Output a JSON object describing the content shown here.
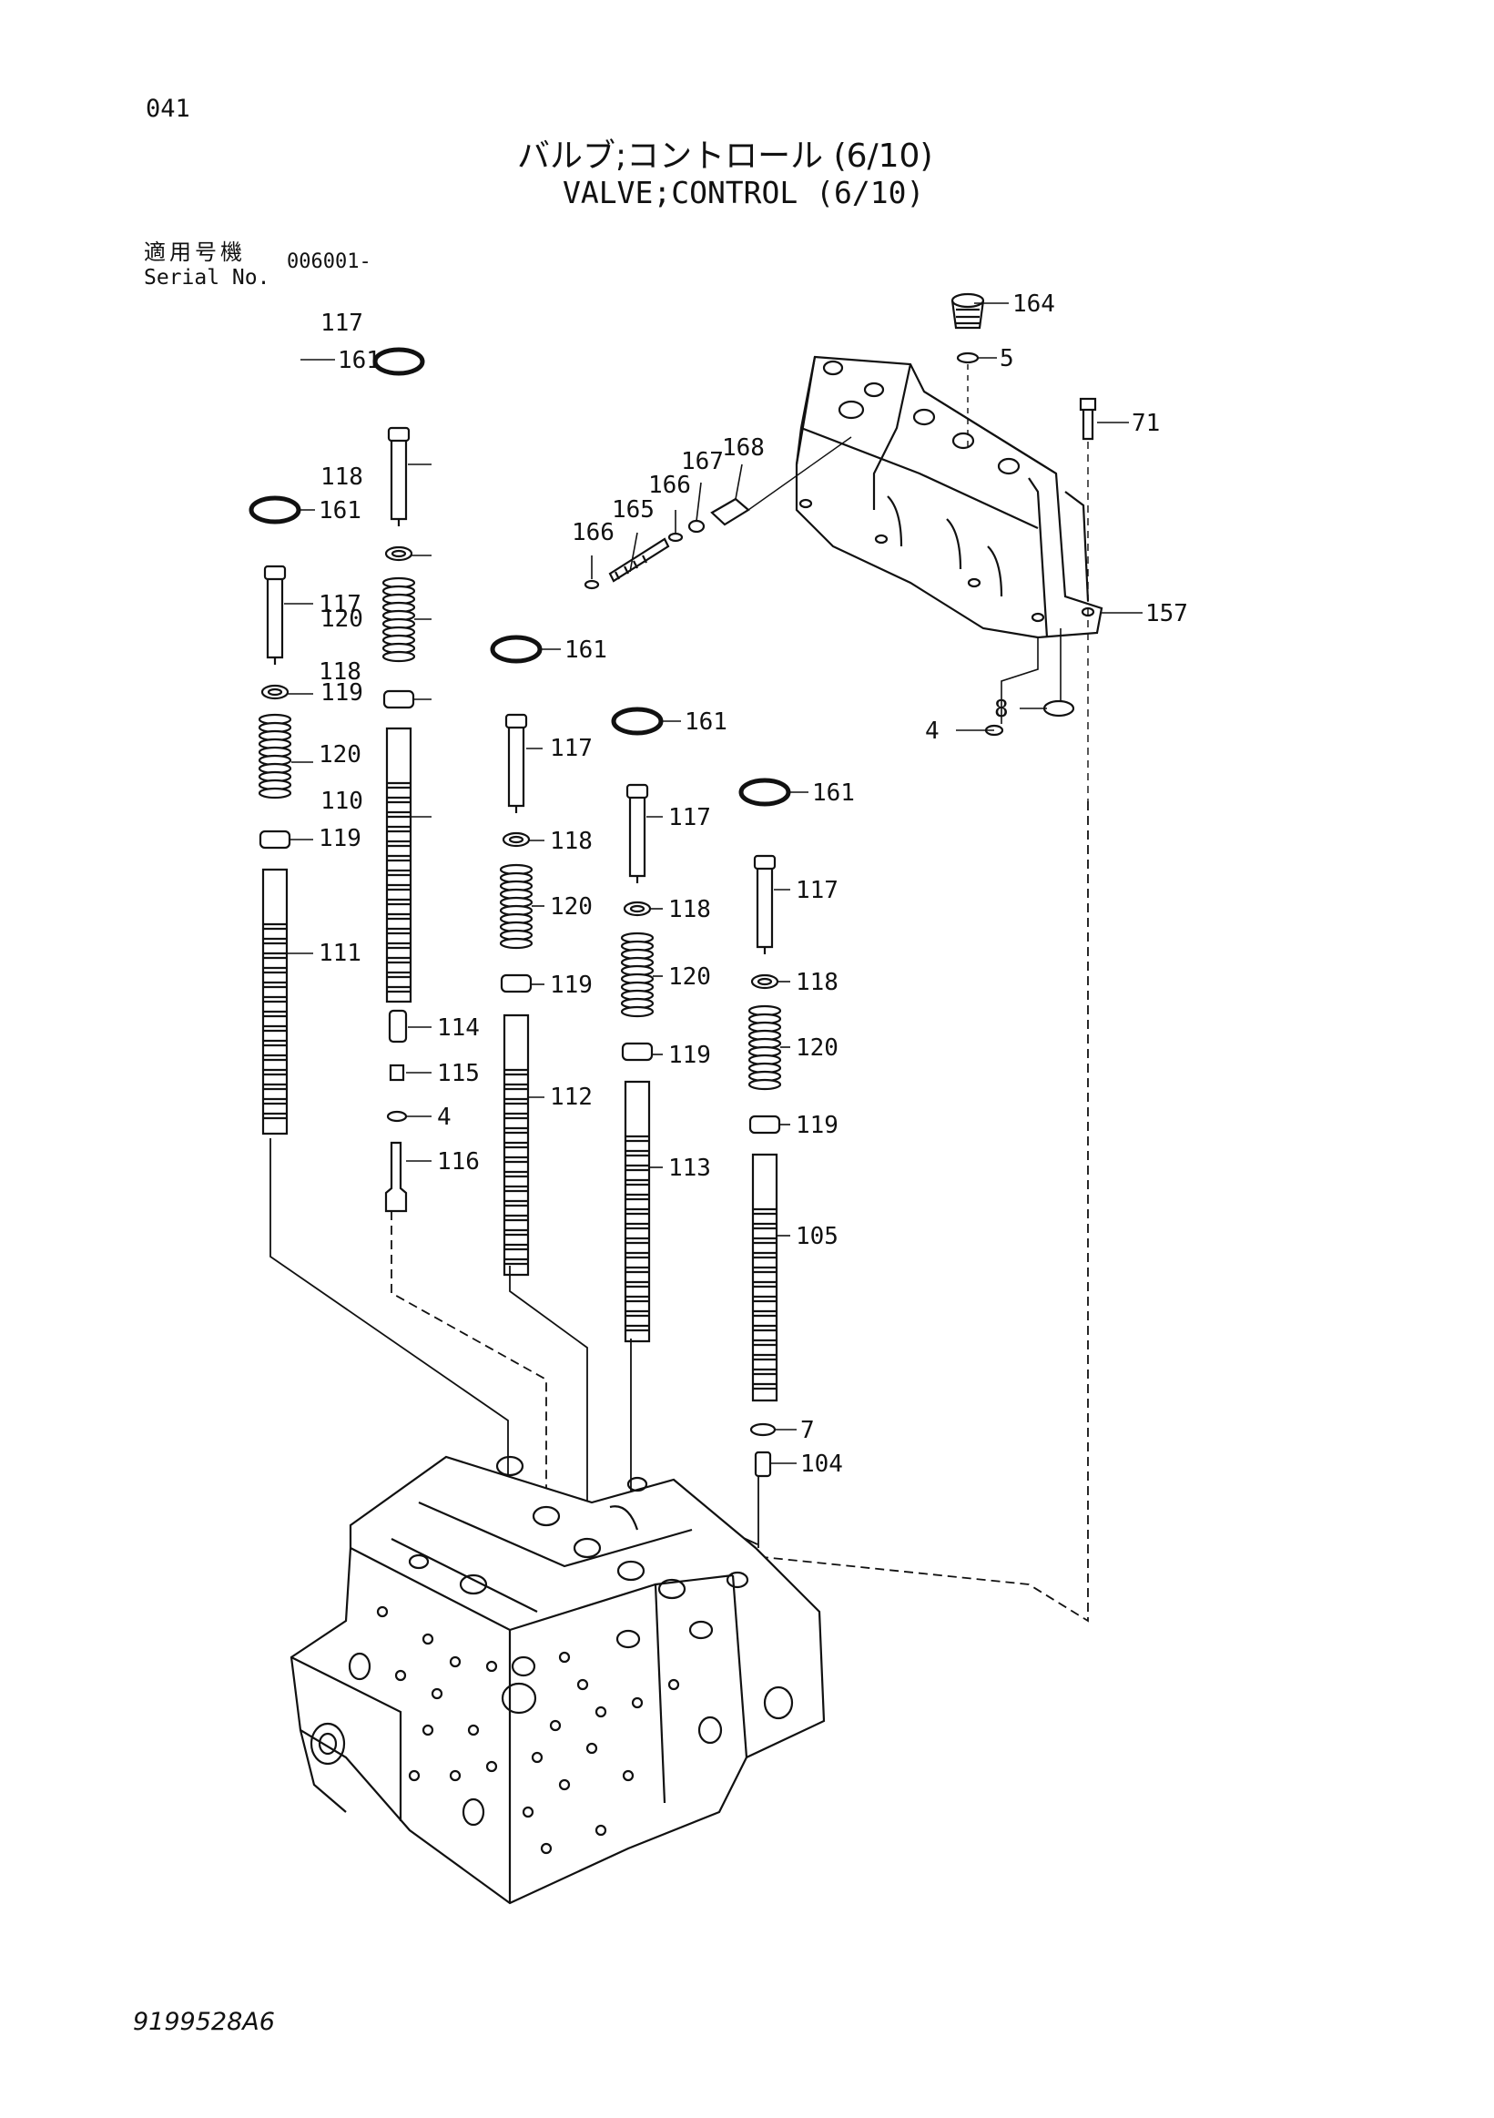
{
  "header": {
    "page_number": "041",
    "title_jp": "バルブ;コントロール (6/10)",
    "title_en": "VALVE;CONTROL (6/10)",
    "serial_label_jp": "適用号機",
    "serial_label_en": "Serial No.",
    "serial_value": "006001-"
  },
  "footer": {
    "drawing_number": "9199528A6"
  },
  "callouts": [
    "164",
    "5",
    "71",
    "157",
    "4",
    "8",
    "161",
    "117",
    "118",
    "120",
    "119",
    "110",
    "161",
    "117",
    "118",
    "120",
    "119",
    "111",
    "114",
    "115",
    "4",
    "116",
    "161",
    "117",
    "118",
    "120",
    "119",
    "112",
    "161",
    "117",
    "118",
    "120",
    "119",
    "113",
    "161",
    "117",
    "118",
    "120",
    "119",
    "105",
    "7",
    "104",
    "166",
    "165",
    "166",
    "167",
    "168"
  ]
}
